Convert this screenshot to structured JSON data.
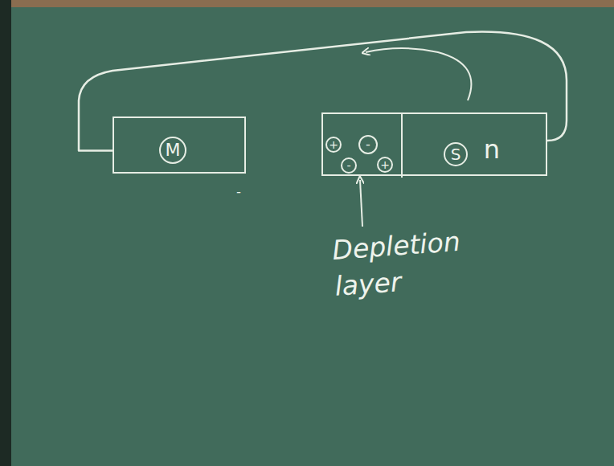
{
  "diagram": {
    "nodes": [
      {
        "text": [
          "M"
        ]
      },
      {
        "text": [
          "S",
          "n"
        ]
      },
      {
        "text": [
          "+",
          "-",
          "-",
          "+"
        ],
        "in": 1
      }
    ],
    "edges": [
      {
        "from": 0,
        "to": 1,
        "arrow": "none"
      }
    ],
    "labels": [
      "-",
      "Depletion layer"
    ]
  }
}
